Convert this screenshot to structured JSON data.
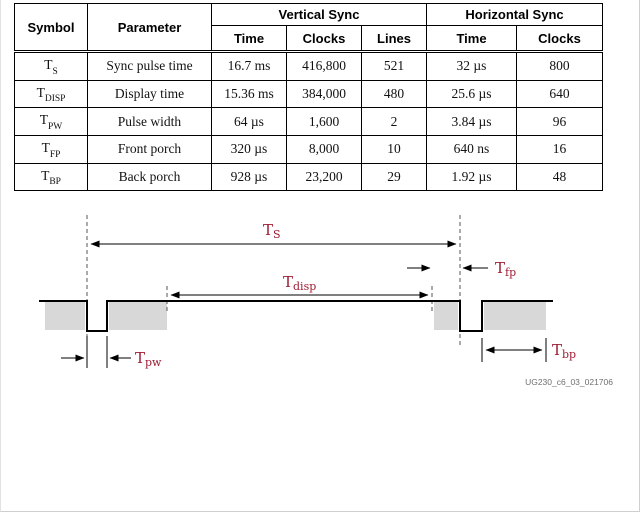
{
  "accent_color": "#9e1b32",
  "table": {
    "headers": {
      "symbol": "Symbol",
      "parameter": "Parameter",
      "vertical_sync": "Vertical Sync",
      "horizontal_sync": "Horizontal Sync",
      "subheaders": [
        "Time",
        "Clocks",
        "Lines",
        "Time",
        "Clocks"
      ]
    },
    "rows": [
      {
        "symbol_base": "T",
        "symbol_sub": "S",
        "parameter": "Sync pulse time",
        "v_time": "16.7 ms",
        "v_clocks": "416,800",
        "v_lines": "521",
        "h_time": "32 µs",
        "h_clocks": "800"
      },
      {
        "symbol_base": "T",
        "symbol_sub": "DISP",
        "parameter": "Display time",
        "v_time": "15.36 ms",
        "v_clocks": "384,000",
        "v_lines": "480",
        "h_time": "25.6 µs",
        "h_clocks": "640"
      },
      {
        "symbol_base": "T",
        "symbol_sub": "PW",
        "parameter": "Pulse width",
        "v_time": "64 µs",
        "v_clocks": "1,600",
        "v_lines": "2",
        "h_time": "3.84 µs",
        "h_clocks": "96"
      },
      {
        "symbol_base": "T",
        "symbol_sub": "FP",
        "parameter": "Front porch",
        "v_time": "320 µs",
        "v_clocks": "8,000",
        "v_lines": "10",
        "h_time": "640 ns",
        "h_clocks": "16"
      },
      {
        "symbol_base": "T",
        "symbol_sub": "BP",
        "parameter": "Back porch",
        "v_time": "928 µs",
        "v_clocks": "23,200",
        "v_lines": "29",
        "h_time": "1.92 µs",
        "h_clocks": "48"
      }
    ]
  },
  "diagram": {
    "labels": {
      "ts": {
        "base": "T",
        "sub": "S"
      },
      "tdisp": {
        "base": "T",
        "sub": "disp"
      },
      "tfp": {
        "base": "T",
        "sub": "fp"
      },
      "tpw": {
        "base": "T",
        "sub": "pw"
      },
      "tbp": {
        "base": "T",
        "sub": "bp"
      }
    },
    "figure_id": "UG230_c6_03_021706"
  }
}
